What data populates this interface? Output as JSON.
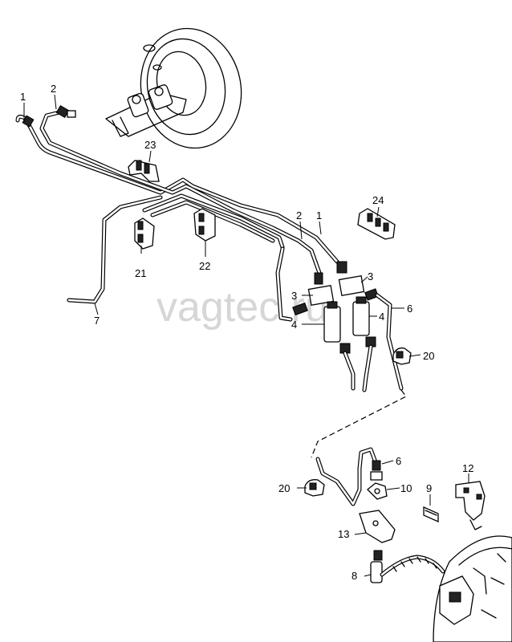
{
  "watermark": "vagtec.ru",
  "callouts": {
    "c1a": "1",
    "c2a": "2",
    "c23": "23",
    "c24": "24",
    "c2b": "2",
    "c1b": "1",
    "c21": "21",
    "c22": "22",
    "c7": "7",
    "c3a": "3",
    "c3b": "3",
    "c4a": "4",
    "c4b": "4",
    "c6a": "6",
    "c20a": "20",
    "c6b": "6",
    "c20b": "20",
    "c10": "10",
    "c12": "12",
    "c9": "9",
    "c13": "13",
    "c8": "8"
  }
}
